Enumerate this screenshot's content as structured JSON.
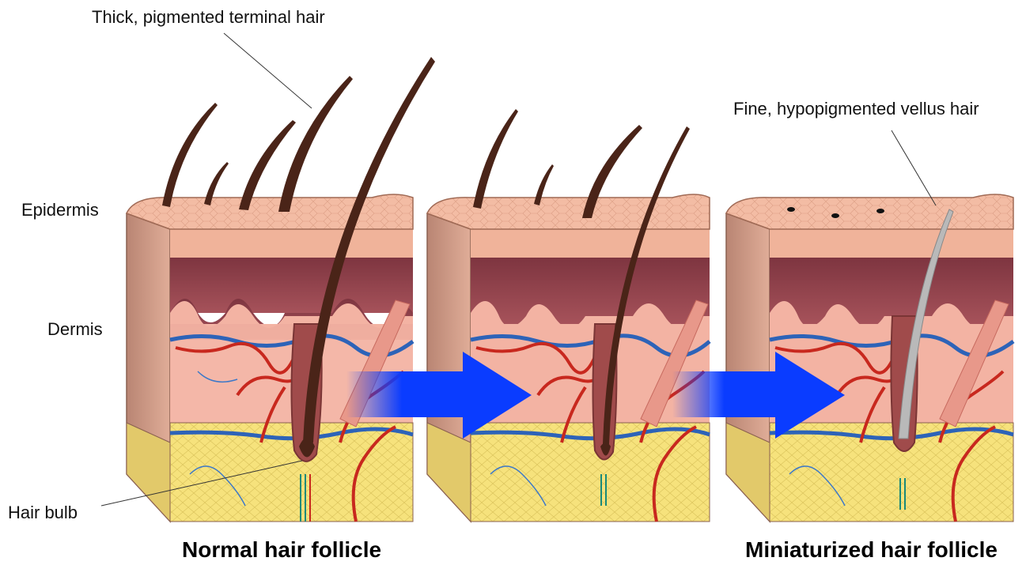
{
  "labels": {
    "terminal_hair": "Thick, pigmented terminal hair",
    "vellus_hair": "Fine, hypopigmented vellus hair",
    "epidermis": "Epidermis",
    "dermis": "Dermis",
    "hair_bulb": "Hair bulb"
  },
  "captions": {
    "normal": "Normal hair follicle",
    "miniaturized": "Miniaturized hair follicle"
  },
  "colors": {
    "epidermis": "#f2b9a0",
    "epidermis_edge": "#b07a5f",
    "dermis_top": "#8e3f48",
    "dermis_body": "#f3b3a3",
    "fat": "#f3e07a",
    "side": "#c99a86",
    "hair_dark": "#4a2418",
    "hair_vellus": "#b9b9b9",
    "artery": "#c8281e",
    "vein": "#2d63b8",
    "arrow": "#0a3cff"
  }
}
